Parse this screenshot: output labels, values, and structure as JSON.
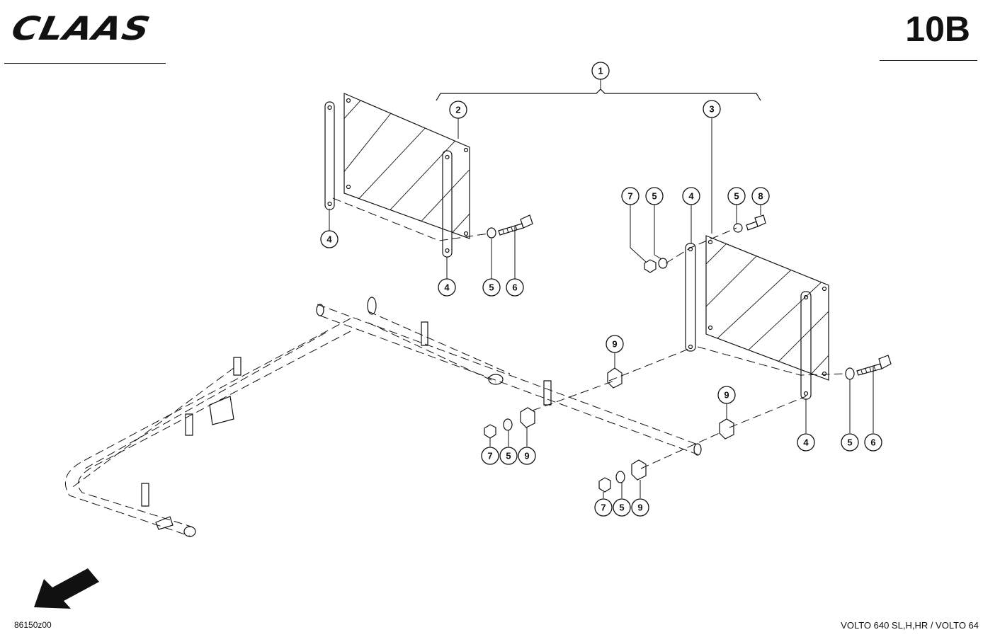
{
  "header": {
    "brand": "CLAAS",
    "page_code": "10B"
  },
  "footer": {
    "drawing_number": "86150z00",
    "model": "VOLTO 640 SL,H,HR / VOLTO 64"
  },
  "callouts": {
    "c1": "1",
    "c2": "2",
    "c3": "3",
    "c4": "4",
    "c5": "5",
    "c6": "6",
    "c7": "7",
    "c8": "8",
    "c9": "9"
  },
  "icons": {
    "direction": "arrow-down-left-icon"
  }
}
